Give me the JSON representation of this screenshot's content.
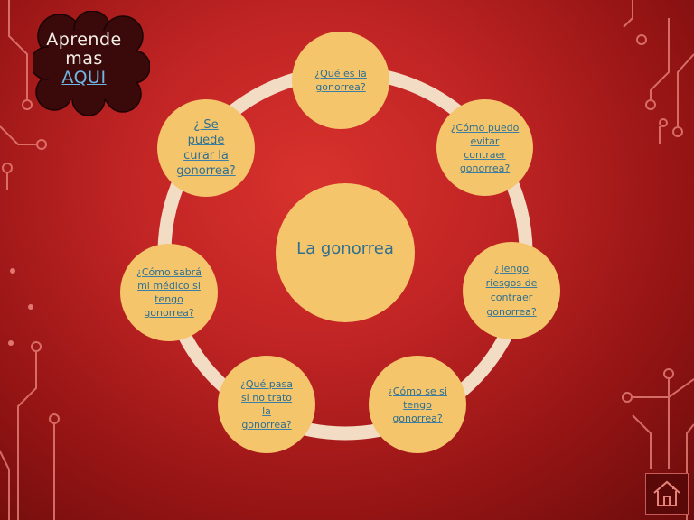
{
  "cloud": {
    "line1": "Aprende",
    "line2": "mas",
    "link": "AQUI"
  },
  "diagram": {
    "center": "La gonorrea",
    "nodes": [
      {
        "label": "¿Qué es la gonorrea?"
      },
      {
        "label": "¿Cómo puedo evitar contraer gonorrea?"
      },
      {
        "label": "¿Tengo riesgos de contraer gonorrea?"
      },
      {
        "label": "¿Cómo se si tengo gonorrea?"
      },
      {
        "label": "¿Qué pasa si no trato la gonorrea?"
      },
      {
        "label": "¿Cómo sabrá mi médico si tengo gonorrea?"
      },
      {
        "label": "¿ Se puede curar la gonorrea?"
      }
    ]
  },
  "colors": {
    "background": "#c02424",
    "node_fill": "#f5c56c",
    "ring": "#f3dcc4",
    "link_text": "#2f6f8f",
    "cloud": "#3a0a0a"
  },
  "icons": {
    "home": "home-icon"
  }
}
